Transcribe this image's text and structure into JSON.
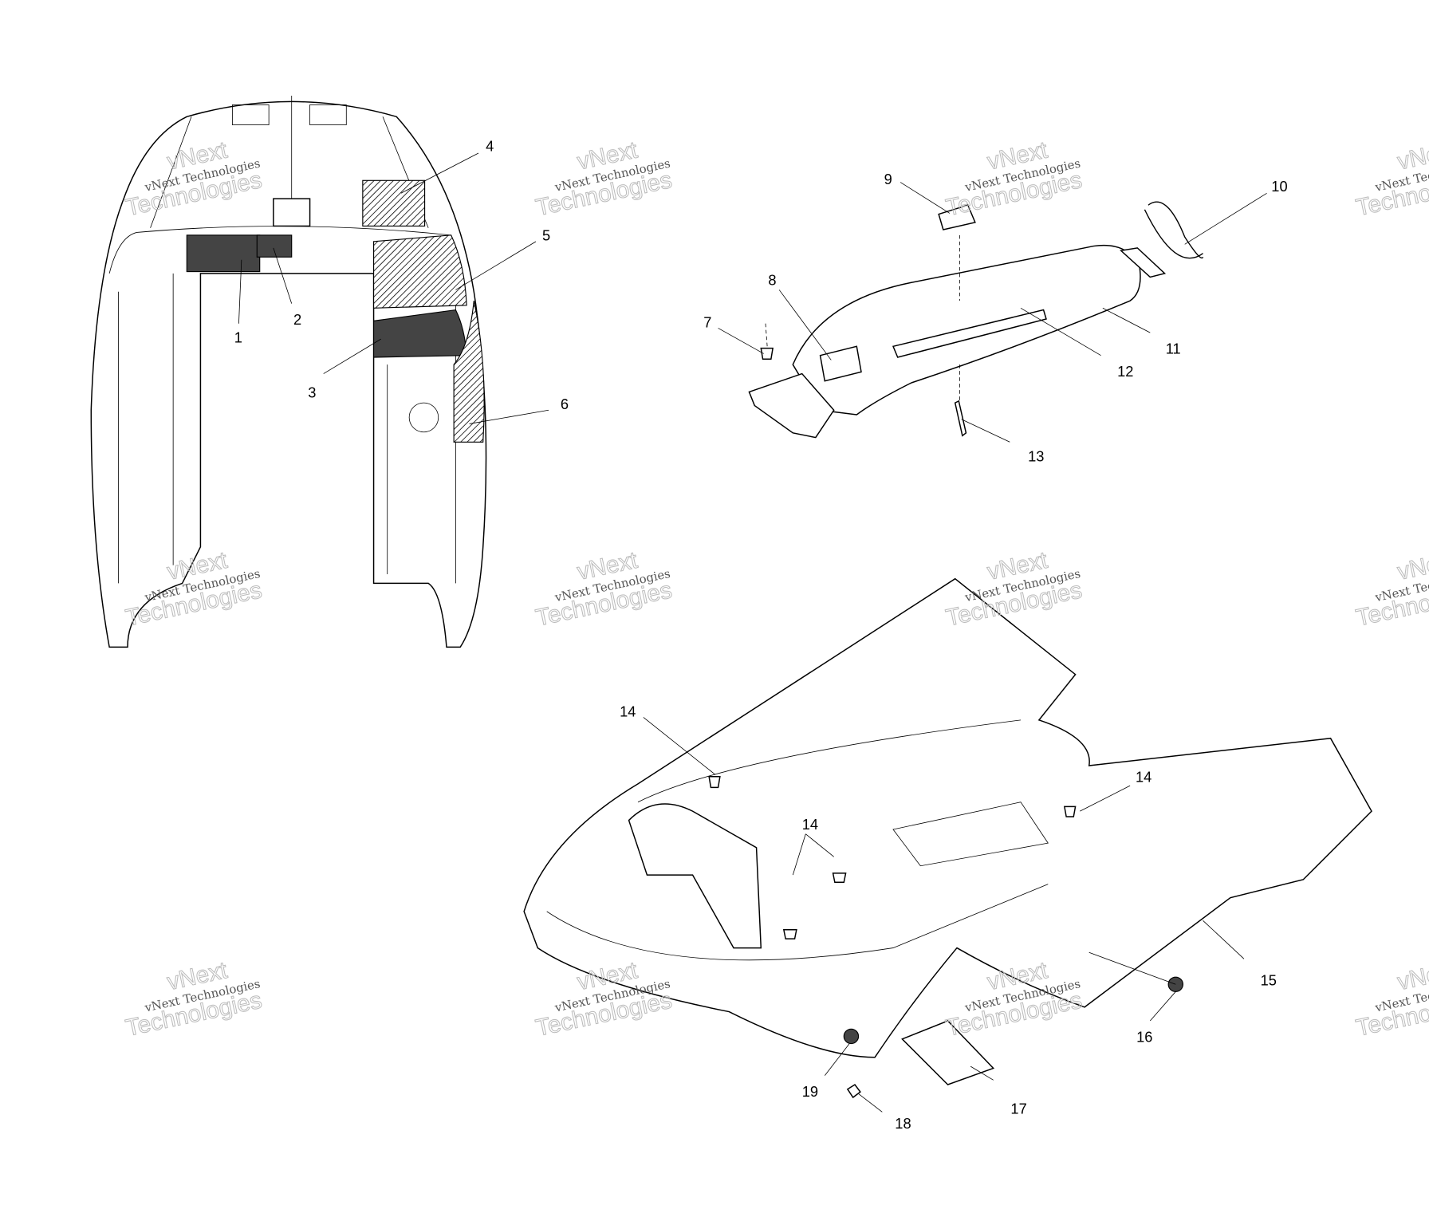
{
  "diagram": {
    "callouts": [
      "1",
      "2",
      "3",
      "4",
      "5",
      "6",
      "7",
      "8",
      "9",
      "10",
      "11",
      "12",
      "13",
      "14",
      "14",
      "14",
      "15",
      "16",
      "17",
      "18",
      "19"
    ],
    "watermark": {
      "line1": "vNext Technologies",
      "line2": "Technologies",
      "line0": "vNext"
    }
  }
}
